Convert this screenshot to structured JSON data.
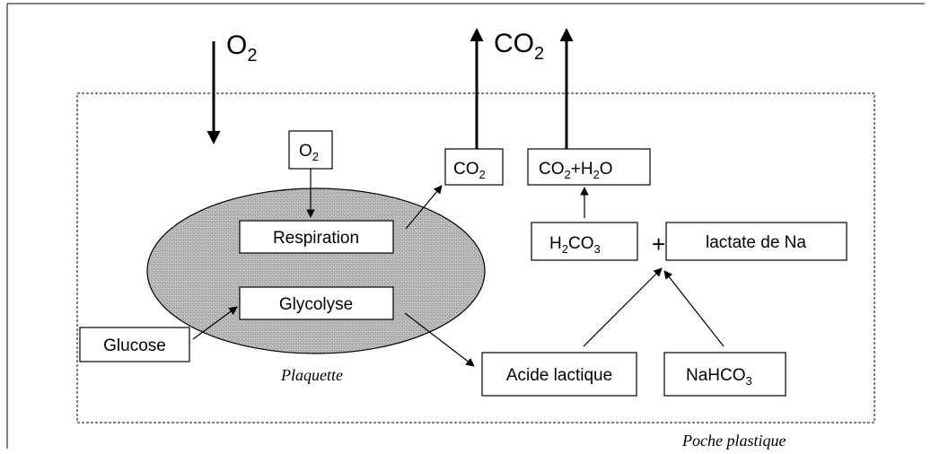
{
  "title": {
    "o2_label": "O",
    "o2_sub": "2",
    "co2_label": "CO",
    "co2_sub": "2"
  },
  "boxes": {
    "o2": {
      "main": "O",
      "sub": "2"
    },
    "respiration": "Respiration",
    "glycolyse": "Glycolyse",
    "glucose": "Glucose",
    "co2": {
      "main": "CO",
      "sub": "2"
    },
    "co2_h2o": {
      "a": "CO",
      "a_sub": "2",
      "b": "+H",
      "b_sub": "2",
      "c": "O"
    },
    "h2co3": {
      "a": "H",
      "a_sub": "2",
      "b": "CO",
      "b_sub": "3"
    },
    "plus": "+",
    "lactate": "lactate de Na",
    "acide": "Acide lactique",
    "nahco3": {
      "main": "NaHCO",
      "sub": "3"
    }
  },
  "labels": {
    "plaquette": "Plaquette",
    "poche": "Poche plastique"
  },
  "colors": {
    "cell_fill": "#b4b4b4",
    "stroke": "#000000",
    "background": "#ffffff"
  }
}
